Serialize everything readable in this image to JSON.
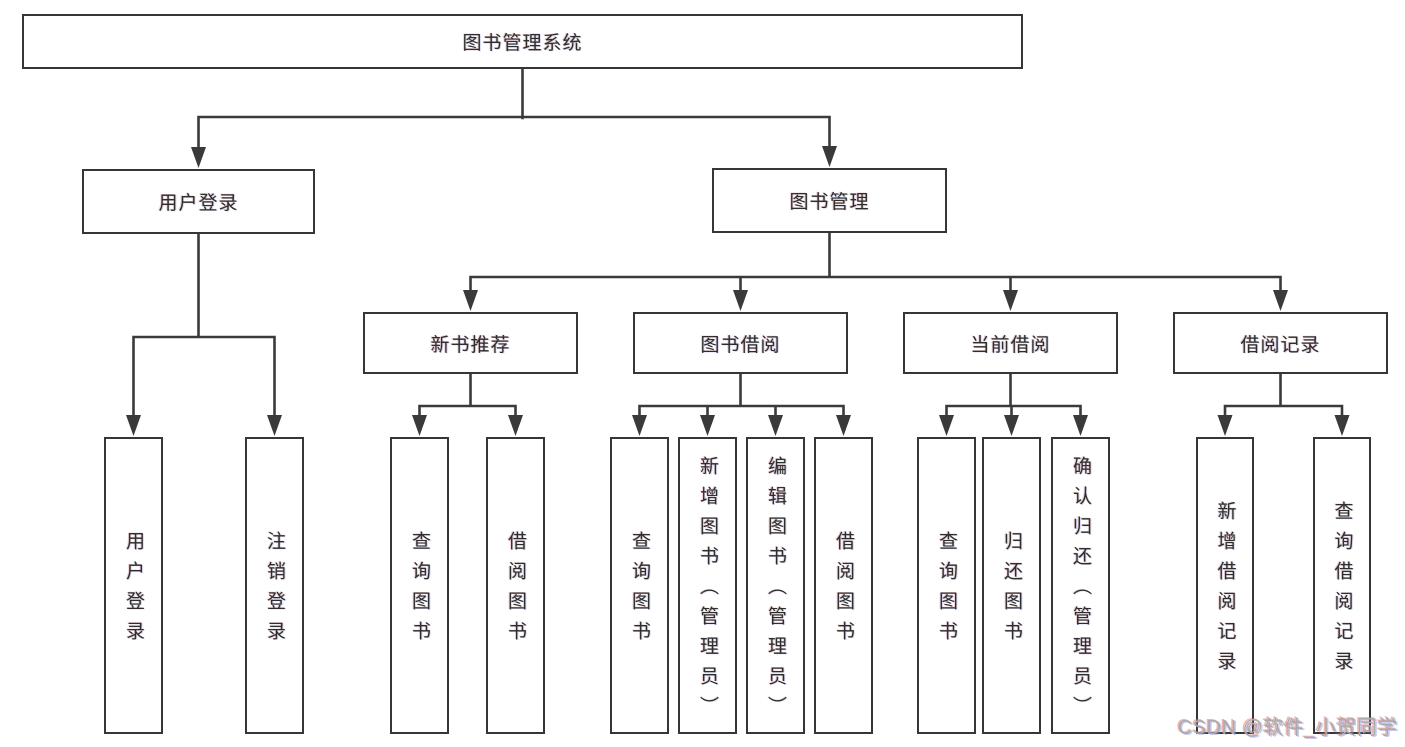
{
  "diagram": {
    "root": {
      "label": "图书管理系统"
    },
    "level2": [
      {
        "label": "用户登录"
      },
      {
        "label": "图书管理"
      }
    ],
    "level3": [
      {
        "label": "新书推荐"
      },
      {
        "label": "图书借阅"
      },
      {
        "label": "当前借阅"
      },
      {
        "label": "借阅记录"
      }
    ],
    "leaves": {
      "login": [
        {
          "label": "用户登录"
        },
        {
          "label": "注销登录"
        }
      ],
      "recommend": [
        {
          "label": "查询图书"
        },
        {
          "label": "借阅图书"
        }
      ],
      "borrow": [
        {
          "label": "查询图书"
        },
        {
          "label": "新增图书（管理员）"
        },
        {
          "label": "编辑图书（管理员）"
        },
        {
          "label": "借阅图书"
        }
      ],
      "current": [
        {
          "label": "查询图书"
        },
        {
          "label": "归还图书"
        },
        {
          "label": "确认归还（管理员）"
        }
      ],
      "records": [
        {
          "label": "新增借阅记录"
        },
        {
          "label": "查询借阅记录"
        }
      ]
    }
  },
  "watermark": {
    "text": "CSDN @软件_小贺同学"
  },
  "colors": {
    "line": "#3a3a3a",
    "box_border": "#363636",
    "text": "#2e2e2e",
    "watermark": "#ababab",
    "background": "#ffffff"
  }
}
